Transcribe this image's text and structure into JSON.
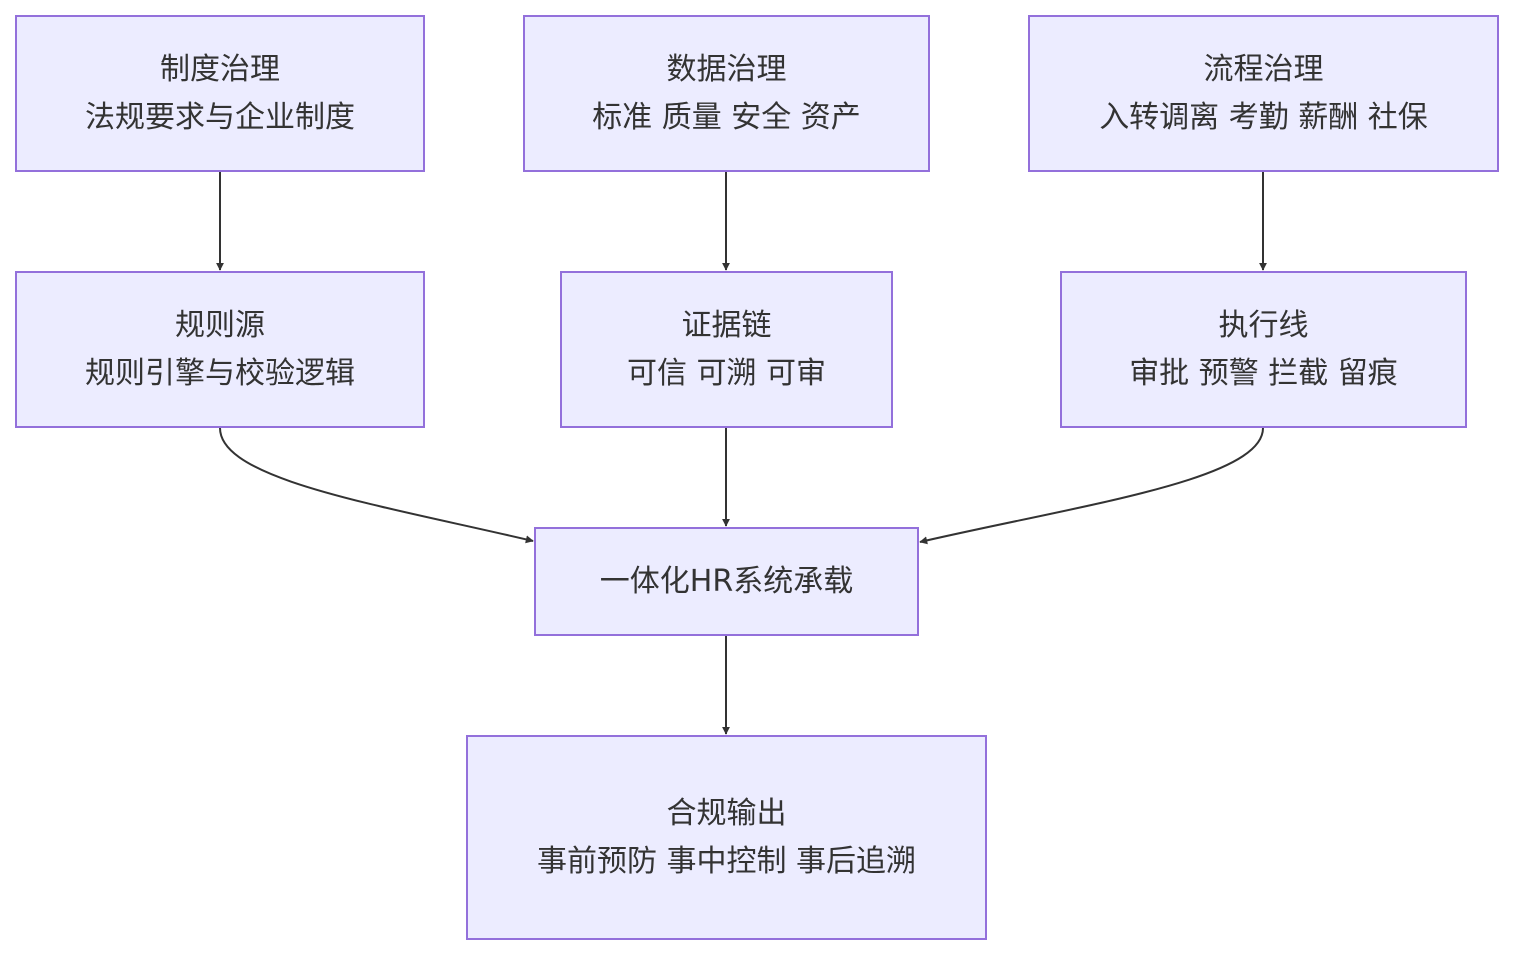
{
  "colors": {
    "node_fill": "#ECECFF",
    "node_border": "#9370DB",
    "edge": "#333333",
    "text": "#333333"
  },
  "nodes": {
    "institution": {
      "title": "制度治理",
      "subtitle": "法规要求与企业制度"
    },
    "data": {
      "title": "数据治理",
      "subtitle": "标准 质量 安全 资产"
    },
    "process": {
      "title": "流程治理",
      "subtitle": "入转调离 考勤 薪酬 社保"
    },
    "rules": {
      "title": "规则源",
      "subtitle": "规则引擎与校验逻辑"
    },
    "evidence": {
      "title": "证据链",
      "subtitle": "可信 可溯 可审"
    },
    "execution": {
      "title": "执行线",
      "subtitle": "审批 预警 拦截 留痕"
    },
    "hr_system": {
      "title": "一体化HR系统承载"
    },
    "output": {
      "title": "合规输出",
      "subtitle": "事前预防 事中控制 事后追溯"
    }
  },
  "edges": [
    {
      "from": "institution",
      "to": "rules"
    },
    {
      "from": "data",
      "to": "evidence"
    },
    {
      "from": "process",
      "to": "execution"
    },
    {
      "from": "rules",
      "to": "hr_system"
    },
    {
      "from": "evidence",
      "to": "hr_system"
    },
    {
      "from": "execution",
      "to": "hr_system"
    },
    {
      "from": "hr_system",
      "to": "output"
    }
  ]
}
